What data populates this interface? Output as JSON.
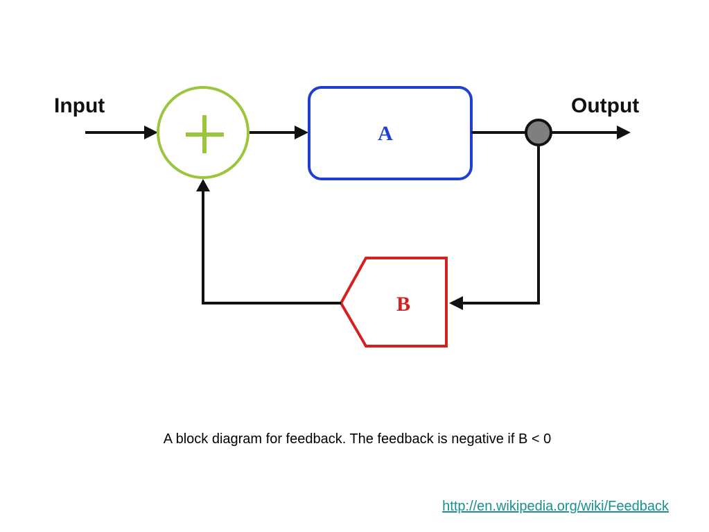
{
  "diagram": {
    "input_label": "Input",
    "output_label": "Output",
    "block_a_label": "A",
    "block_b_label": "B",
    "summing_symbol": "+"
  },
  "caption": "A block diagram for feedback. The feedback is negative if B < 0",
  "source_link": "http://en.wikipedia.org/wiki/Feedback",
  "colors": {
    "summing_junction": "#9bc53d",
    "block_a": "#1f3fd1",
    "block_b": "#d42020",
    "takeoff_node": "#7f7f7f",
    "lines": "#111111",
    "link": "#1a8f8f"
  }
}
